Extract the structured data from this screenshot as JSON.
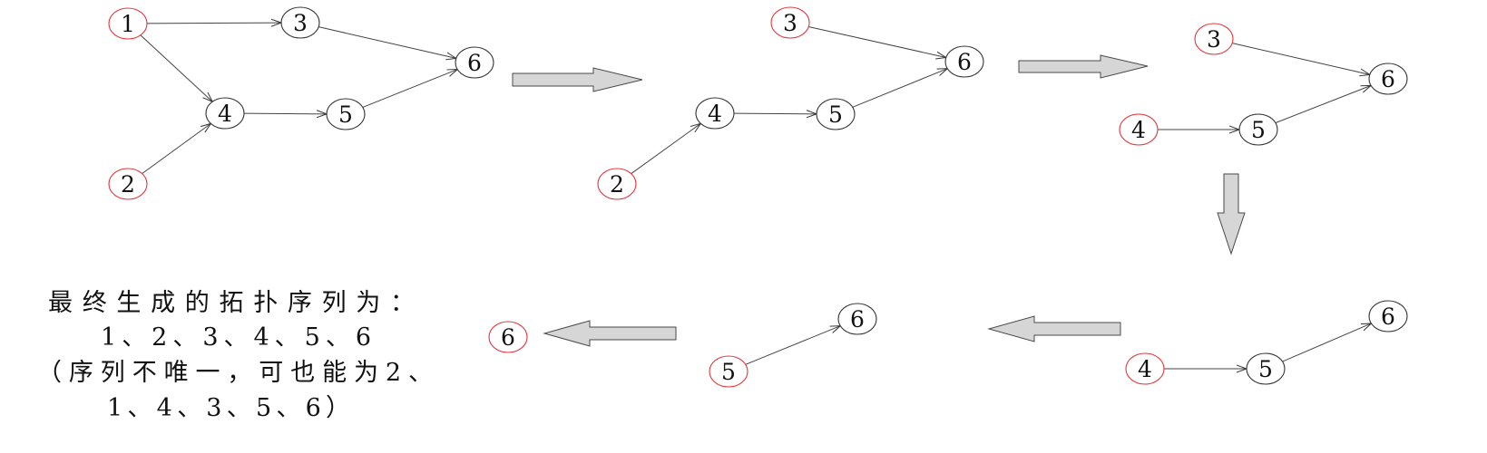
{
  "colors": {
    "node_stroke": "#333333",
    "highlight": "#e3363c",
    "edge": "#444444",
    "block_arrow_fill": "#d6d6d6"
  },
  "steps": [
    {
      "nodes": [
        {
          "label": "1",
          "highlight": true
        },
        {
          "label": "3",
          "highlight": false
        },
        {
          "label": "6",
          "highlight": false
        },
        {
          "label": "4",
          "highlight": false
        },
        {
          "label": "5",
          "highlight": false
        },
        {
          "label": "2",
          "highlight": true
        }
      ],
      "edges": [
        [
          "1",
          "3"
        ],
        [
          "1",
          "4"
        ],
        [
          "3",
          "6"
        ],
        [
          "4",
          "5"
        ],
        [
          "5",
          "6"
        ],
        [
          "2",
          "4"
        ]
      ]
    },
    {
      "nodes": [
        {
          "label": "3",
          "highlight": true
        },
        {
          "label": "6",
          "highlight": false
        },
        {
          "label": "4",
          "highlight": false
        },
        {
          "label": "5",
          "highlight": false
        },
        {
          "label": "2",
          "highlight": true
        }
      ],
      "edges": [
        [
          "3",
          "6"
        ],
        [
          "4",
          "5"
        ],
        [
          "5",
          "6"
        ],
        [
          "2",
          "4"
        ]
      ]
    },
    {
      "nodes": [
        {
          "label": "3",
          "highlight": true
        },
        {
          "label": "6",
          "highlight": false
        },
        {
          "label": "4",
          "highlight": true
        },
        {
          "label": "5",
          "highlight": false
        }
      ],
      "edges": [
        [
          "3",
          "6"
        ],
        [
          "4",
          "5"
        ],
        [
          "5",
          "6"
        ]
      ]
    },
    {
      "nodes": [
        {
          "label": "6",
          "highlight": false
        },
        {
          "label": "4",
          "highlight": true
        },
        {
          "label": "5",
          "highlight": false
        }
      ],
      "edges": [
        [
          "4",
          "5"
        ],
        [
          "5",
          "6"
        ]
      ]
    },
    {
      "nodes": [
        {
          "label": "6",
          "highlight": false
        },
        {
          "label": "5",
          "highlight": true
        }
      ],
      "edges": [
        [
          "5",
          "6"
        ]
      ]
    },
    {
      "nodes": [
        {
          "label": "6",
          "highlight": true
        }
      ],
      "edges": []
    }
  ],
  "result_text": {
    "line1": "最终生成的拓扑序列为：",
    "line2": "1、2、3、4、5、6",
    "line3": "（序列不唯一，可也能为2、",
    "line4": "1、4、3、5、6）"
  }
}
